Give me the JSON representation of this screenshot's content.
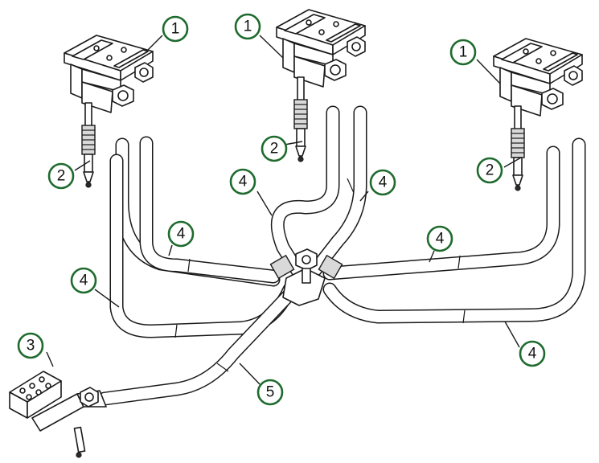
{
  "diagram": {
    "callouts": [
      {
        "id": "c1a",
        "label": "1"
      },
      {
        "id": "c1b",
        "label": "1"
      },
      {
        "id": "c1c",
        "label": "1"
      },
      {
        "id": "c2a",
        "label": "2"
      },
      {
        "id": "c2b",
        "label": "2"
      },
      {
        "id": "c2c",
        "label": "2"
      },
      {
        "id": "c3",
        "label": "3"
      },
      {
        "id": "c4a",
        "label": "4"
      },
      {
        "id": "c4b",
        "label": "4"
      },
      {
        "id": "c4c",
        "label": "4"
      },
      {
        "id": "c4d",
        "label": "4"
      },
      {
        "id": "c4e",
        "label": "4"
      },
      {
        "id": "c4f",
        "label": "4"
      },
      {
        "id": "c5",
        "label": "5"
      }
    ],
    "colors": {
      "callout_ring": "#1f6b2e",
      "line": "#1a1a1a",
      "background": "#ffffff"
    }
  }
}
